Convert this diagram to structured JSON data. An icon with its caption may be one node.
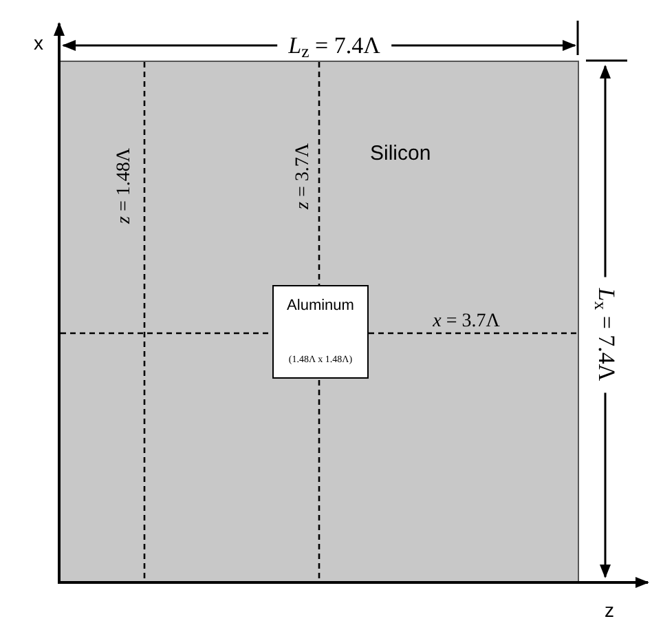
{
  "diagram": {
    "nodes": [
      {
        "text": [
          "Silicon"
        ]
      },
      {
        "text": [
          "Aluminum",
          "(1.48Λ x 1.48Λ)"
        ],
        "in": 0
      }
    ],
    "edges": [],
    "labels": [
      "x",
      "*L*$_{z}$ = 7.4Λ",
      "*z* = 1.48Λ",
      "*z* = 3.7Λ",
      "*x* = 3.7Λ",
      "*L*$_{x}$ = 7.4Λ",
      "z"
    ]
  }
}
